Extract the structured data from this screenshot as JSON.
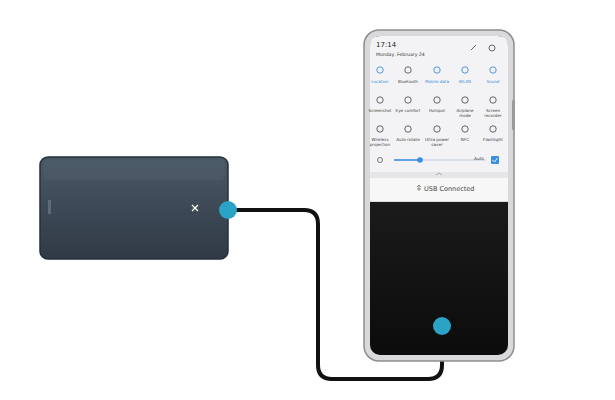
{
  "diagram": {
    "labels": [
      "17:14",
      "Monday, February 24",
      "Location",
      "Bluetooth",
      "Mobile data",
      "WLAN",
      "Sound",
      "Screenshot",
      "Eye comfort",
      "Hotspot",
      "Airplane mode",
      "Screen recorder",
      "Wireless projection",
      "Auto-rotate",
      "Ultra power saver",
      "NFC",
      "Flashlight",
      "Auto",
      "USB Connected"
    ]
  }
}
